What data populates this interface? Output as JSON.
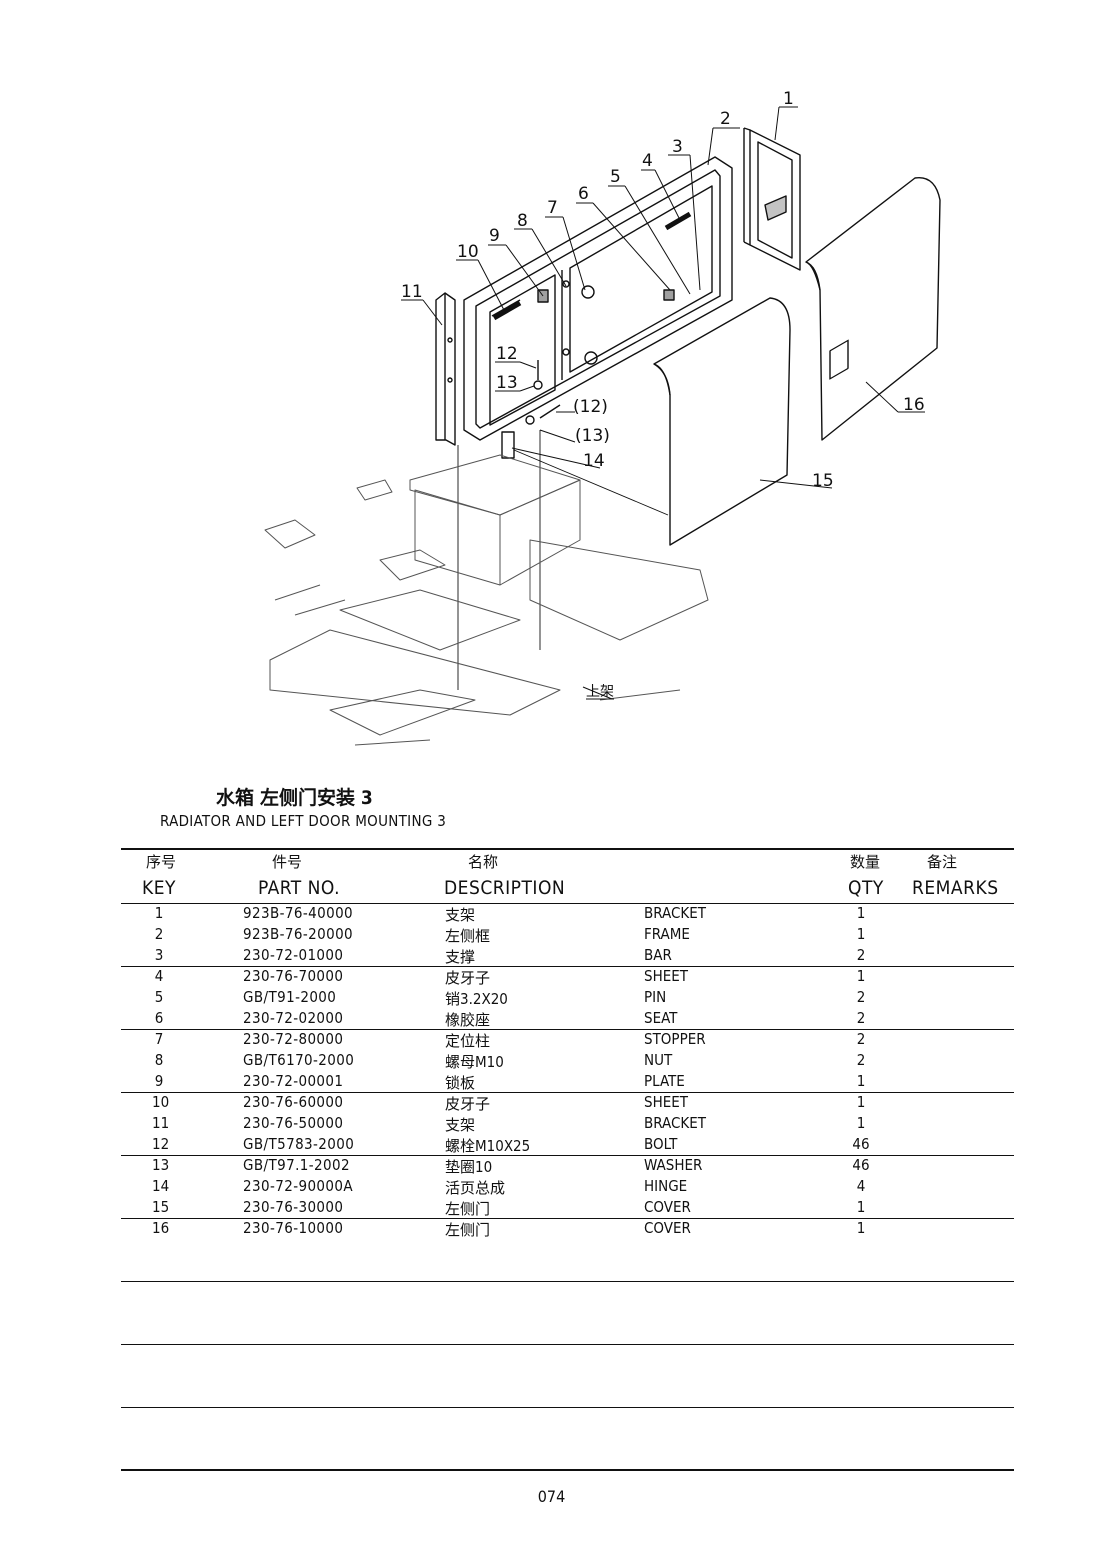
{
  "callouts": [
    "1",
    "2",
    "3",
    "4",
    "5",
    "6",
    "7",
    "8",
    "9",
    "10",
    "11",
    "12",
    "13",
    "(12)",
    "(13)",
    "14",
    "15",
    "16",
    "上架"
  ],
  "title_cn": "水箱 左侧门安装 3",
  "title_en": "RADIATOR AND LEFT DOOR MOUNTING 3",
  "headers": {
    "key_cn": "序号",
    "part_cn": "件号",
    "desc_cn": "名称",
    "qty_cn": "数量",
    "remarks_cn": "备注",
    "key_en": "KEY",
    "part_en": "PART NO.",
    "desc_en": "DESCRIPTION",
    "qty_en": "QTY",
    "remarks_en": "REMARKS"
  },
  "rows": [
    {
      "key": "1",
      "part": "923B-76-40000",
      "cn": "支架",
      "en": "BRACKET",
      "qty": "1"
    },
    {
      "key": "2",
      "part": "923B-76-20000",
      "cn": "左侧框",
      "en": "FRAME",
      "qty": "1"
    },
    {
      "key": "3",
      "part": "230-72-01000",
      "cn": "支撑",
      "en": "BAR",
      "qty": "2"
    },
    {
      "key": "4",
      "part": "230-76-70000",
      "cn": "皮牙子",
      "en": "SHEET",
      "qty": "1"
    },
    {
      "key": "5",
      "part": "GB/T91-2000",
      "cn": "销3.2X20",
      "en": "PIN",
      "qty": "2"
    },
    {
      "key": "6",
      "part": "230-72-02000",
      "cn": "橡胶座",
      "en": "SEAT",
      "qty": "2"
    },
    {
      "key": "7",
      "part": "230-72-80000",
      "cn": "定位柱",
      "en": "STOPPER",
      "qty": "2"
    },
    {
      "key": "8",
      "part": "GB/T6170-2000",
      "cn": "螺母M10",
      "en": "NUT",
      "qty": "2"
    },
    {
      "key": "9",
      "part": "230-72-00001",
      "cn": "锁板",
      "en": "PLATE",
      "qty": "1"
    },
    {
      "key": "10",
      "part": "230-76-60000",
      "cn": "皮牙子",
      "en": "SHEET",
      "qty": "1"
    },
    {
      "key": "11",
      "part": "230-76-50000",
      "cn": "支架",
      "en": "BRACKET",
      "qty": "1"
    },
    {
      "key": "12",
      "part": "GB/T5783-2000",
      "cn": "螺栓M10X25",
      "en": "BOLT",
      "qty": "46"
    },
    {
      "key": "13",
      "part": "GB/T97.1-2002",
      "cn": "垫圈10",
      "en": "WASHER",
      "qty": "46"
    },
    {
      "key": "14",
      "part": "230-72-90000A",
      "cn": "活页总成",
      "en": "HINGE",
      "qty": "4"
    },
    {
      "key": "15",
      "part": "230-76-30000",
      "cn": "左侧门",
      "en": "COVER",
      "qty": "1"
    },
    {
      "key": "16",
      "part": "230-76-10000",
      "cn": "左侧门",
      "en": "COVER",
      "qty": "1"
    }
  ],
  "page_number": "074"
}
